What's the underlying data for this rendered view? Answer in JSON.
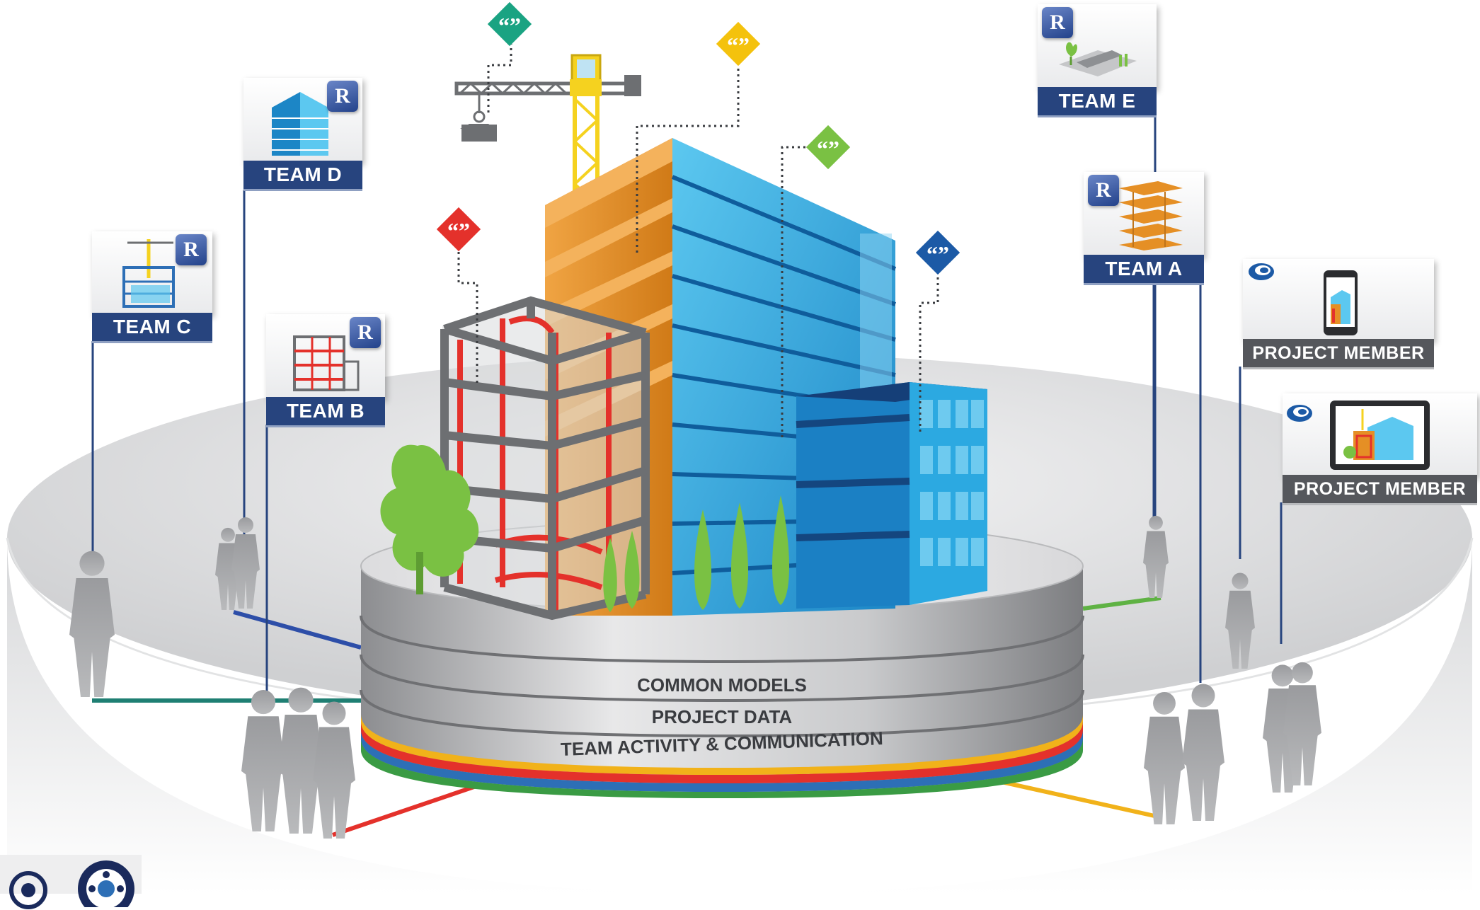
{
  "platform": {
    "layers": [
      "COMMON MODELS",
      "PROJECT DATA",
      "TEAM ACTIVITY & COMMUNICATION"
    ],
    "stripe_colors": [
      "#f1b21a",
      "#e4312b",
      "#2d6fb6",
      "#3a9b44",
      "#1f7f73"
    ]
  },
  "teams": {
    "team_a": {
      "label": "TEAM A",
      "icon": "revit-icon",
      "thumbnail": "floor-slabs-icon"
    },
    "team_b": {
      "label": "TEAM B",
      "icon": "revit-icon",
      "thumbnail": "structural-frame-icon"
    },
    "team_c": {
      "label": "TEAM C",
      "icon": "revit-icon",
      "thumbnail": "scaffold-crane-icon"
    },
    "team_d": {
      "label": "TEAM D",
      "icon": "revit-icon",
      "thumbnail": "blue-building-icon"
    },
    "team_e": {
      "label": "TEAM E",
      "icon": "revit-icon",
      "thumbnail": "site-plan-icon"
    }
  },
  "members": {
    "member_phone": {
      "label": "PROJECT MEMBER",
      "icon": "a360-icon",
      "device": "smartphone-icon"
    },
    "member_tablet": {
      "label": "PROJECT MEMBER",
      "icon": "a360-icon",
      "device": "tablet-icon"
    }
  },
  "comment_markers": [
    {
      "color": "#1aa382",
      "glyph": "“”"
    },
    {
      "color": "#f4c20d",
      "glyph": "“”"
    },
    {
      "color": "#7ac143",
      "glyph": "“”"
    },
    {
      "color": "#e4312b",
      "glyph": "“”"
    },
    {
      "color": "#1c5aa6",
      "glyph": "“”"
    }
  ],
  "colors": {
    "team_label_bg": "#27447e",
    "member_label_bg": "#55575c",
    "facade_blue": "#2aa3dc",
    "facade_orange": "#e58f25",
    "frame_gray": "#6d6f72",
    "frame_red": "#e4312b",
    "tree_green": "#7ac143"
  }
}
